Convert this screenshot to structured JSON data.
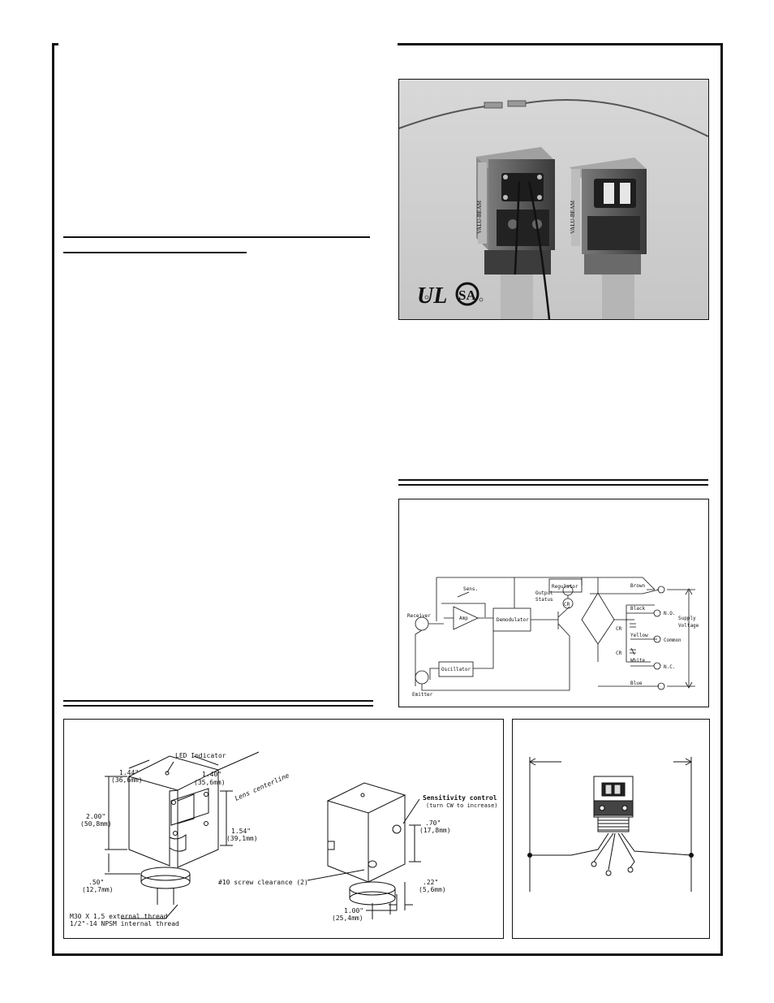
{
  "schematic": {
    "labels": {
      "regulator": "Regulator",
      "brown": "Brown",
      "sens": "Sens.",
      "output": "Output",
      "status": "Status",
      "black": "Black",
      "no": "N.O.",
      "supply": "Supply",
      "voltage": "Voltage",
      "receiver": "Receiver",
      "amp": "Amp",
      "demodulator": "Demodulator",
      "cr_led": "CR",
      "cr1": "CR",
      "yellow": "Yellow",
      "common": "Common",
      "cr2": "CR",
      "white": "White",
      "nc": "N.C.",
      "oscillator": "Oscillator",
      "emitter": "Emitter",
      "blue": "Blue"
    }
  },
  "dimensions": {
    "led_indicator": "LED Indicator",
    "w144": "1.44\"",
    "w144mm": "(36,6mm)",
    "w140": "1.40\"",
    "w140mm": "(35,6mm)",
    "lens": "Lens centerline",
    "h200": "2.00\"",
    "h200mm": "(50,8mm)",
    "h154": "1.54\"",
    "h154mm": "(39,1mm)",
    "d50": ".50\"",
    "d50mm": "(12,7mm)",
    "thread1": "M30 X 1,5 external thread",
    "thread2": "1/2\"-14 NPSM internal thread",
    "sens1": "Sensitivity control",
    "sens2": "(turn CW to increase)",
    "d70": ".70\"",
    "d70mm": "(17,8mm)",
    "screw": "#10 screw clearance (2)",
    "d22": ".22\"",
    "d22mm": "(5,6mm)",
    "d100": "1.00\"",
    "d100mm": "(25,4mm)"
  },
  "photo": {
    "label_left": "VALU-BEAM",
    "label_right": "VALU-BEAM",
    "ul_mark": "UL",
    "csa_mark": "SA"
  }
}
